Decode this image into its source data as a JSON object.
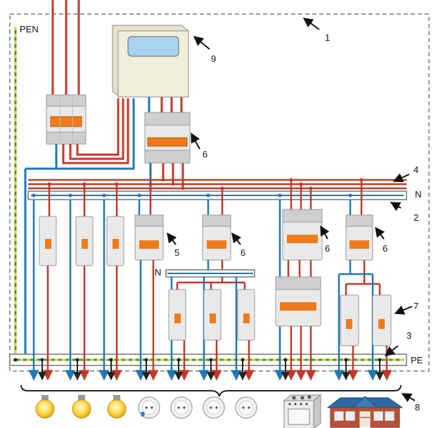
{
  "labels": {
    "pen": "PEN",
    "n_bus": "N",
    "n_sub_bus": "N",
    "pe_bus": "PE"
  },
  "callouts": [
    "1",
    "2",
    "3",
    "4",
    "5",
    "6",
    "6",
    "6",
    "6",
    "7",
    "8",
    "9"
  ],
  "colors": {
    "phase_wire": "#c0392b",
    "neutral_wire": "#1f78b4",
    "pe_wire_yellow": "#e6cf2a",
    "pe_wire_green": "#3a9a3a",
    "breaker_body": "#e9e9e9",
    "breaker_handle": "#f07b1a",
    "meter_body": "#f1efdc",
    "meter_window": "#a9d3ef",
    "border_dash": "#999999"
  },
  "icons": [
    "bulb-icon",
    "bulb-icon",
    "bulb-icon",
    "outlet-icon",
    "outlet-icon",
    "outlet-icon",
    "outlet-icon",
    "stove-icon",
    "house-icon"
  ]
}
